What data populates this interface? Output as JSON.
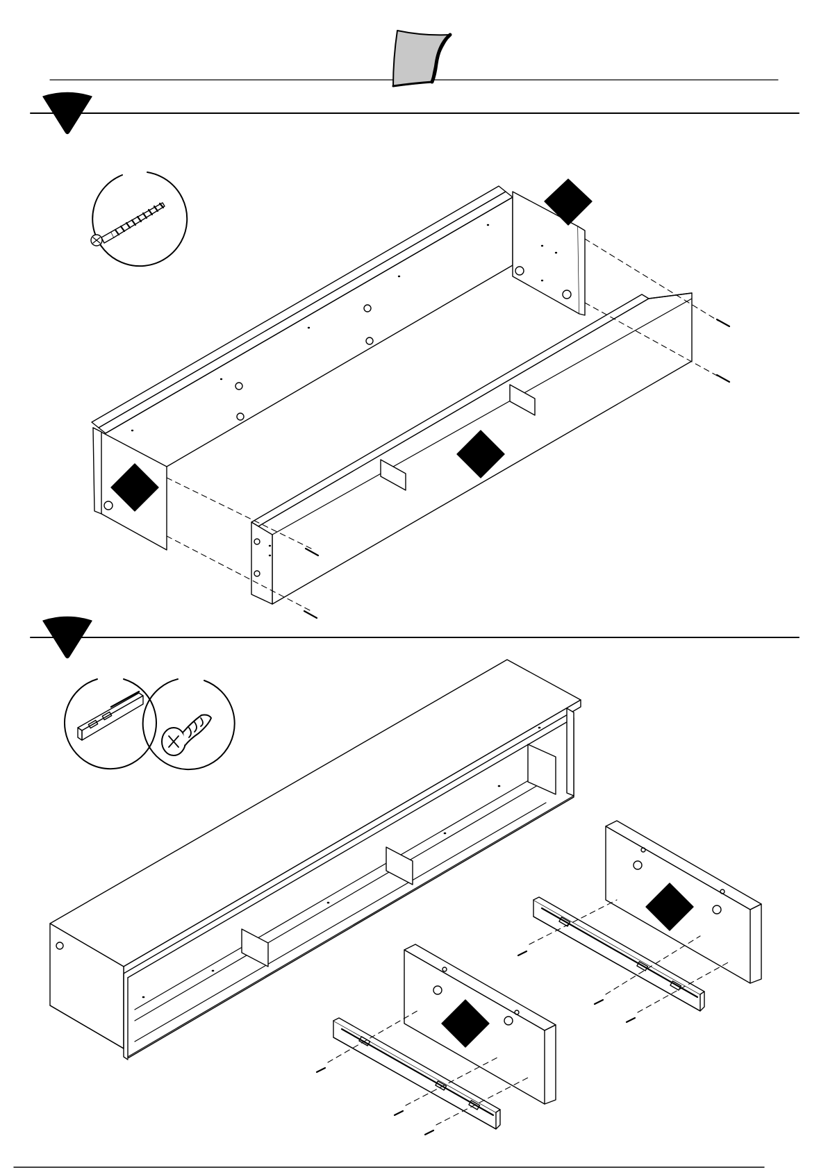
{
  "page": {
    "background": "#ffffff",
    "ink": "#000000",
    "accent_fill": "#c8c8c8"
  },
  "logo": {
    "icon": "curled-page-icon"
  },
  "steps": [
    {
      "marker_icon": "step-triangle-icon",
      "hardware": [
        {
          "icon": "long-screw-icon"
        }
      ],
      "part_tags": 3,
      "screws_shown": 4
    },
    {
      "marker_icon": "step-triangle-icon",
      "hardware": [
        {
          "icon": "drawer-slide-rail-icon"
        },
        {
          "icon": "short-wood-screw-icon"
        }
      ],
      "part_tags": 2,
      "screws_shown": 6
    }
  ],
  "footer": {
    "mark": ""
  }
}
